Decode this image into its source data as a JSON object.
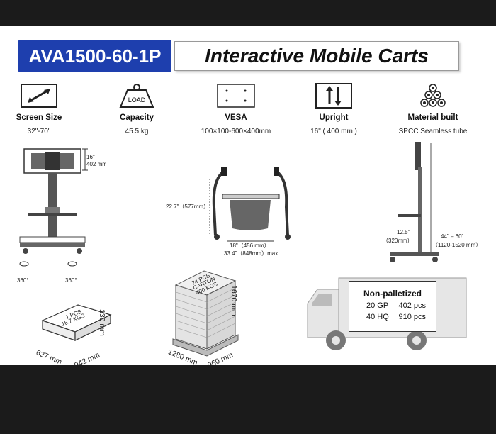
{
  "header": {
    "model": "AVA1500-60-1P",
    "title": "Interactive Mobile Carts"
  },
  "specs": [
    {
      "label": "Screen Size",
      "value": "32\"-70\"",
      "icon": "diagonal-arrow-icon"
    },
    {
      "label": "Capacity",
      "value": "45.5 kg",
      "icon": "weight-icon",
      "icon_text": "LOAD"
    },
    {
      "label": "VESA",
      "value": "100×100-600×400mm",
      "icon": "vesa-holes-icon"
    },
    {
      "label": "Upright",
      "value": "16\" ( 400 mm )",
      "icon": "up-down-arrows-icon"
    },
    {
      "label": "Material built",
      "value": "SPCC Seamless tube",
      "icon": "pipe-stack-icon"
    }
  ],
  "front_view": {
    "height": "16\"",
    "height_mm": "402 mm)",
    "rot_left": "360°",
    "rot_right": "360°"
  },
  "base_view": {
    "height": "22.7\"（577mm）",
    "inner": "18\"（456 mm）",
    "outer": "33.4\"（848mm）max"
  },
  "side_view": {
    "height": "44\" – 60\"",
    "height_mm": "（1120-1520 mm）",
    "depth": "12.5\"",
    "depth_mm": "（320mm）"
  },
  "box": {
    "line1": "1 PCS",
    "line2": "16.7 KGS",
    "h": "130 mm",
    "w": "942 mm",
    "d": "627 mm"
  },
  "pallet": {
    "line1": "24 PCS",
    "line2": "CARTON",
    "line3": "400 KGS",
    "h": "1670 mm",
    "w": "960 mm",
    "d": "1280 mm"
  },
  "shipping": {
    "heading": "Non-palletized",
    "rows": [
      {
        "container": "20 GP",
        "qty": "402 pcs"
      },
      {
        "container": "40 HQ",
        "qty": "910 pcs"
      }
    ]
  }
}
